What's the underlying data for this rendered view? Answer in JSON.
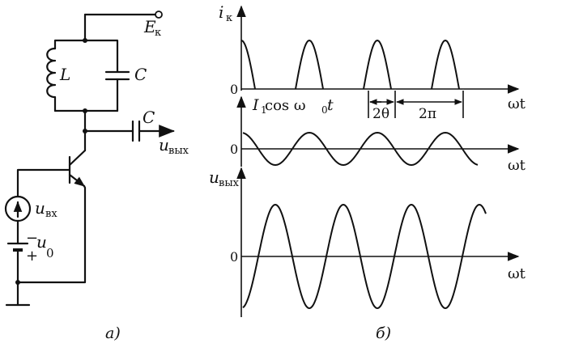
{
  "circuit": {
    "supply_label": "E",
    "supply_sub": "к",
    "inductor_label": "L",
    "capacitor_label": "C",
    "coupling_cap_label": "C",
    "output_label": "u",
    "output_sub": "вых",
    "input_label": "u",
    "input_sub": "вх",
    "bias_label": "u",
    "bias_sub": "0",
    "bias_minus": "−",
    "bias_plus": "+",
    "caption": "а)"
  },
  "plots": {
    "caption": "б)",
    "collector": {
      "ylabel": "i",
      "ylabel_sub": "к",
      "zero": "0",
      "xlabel": "ωt",
      "theta_label": "2θ",
      "period_label": "2π"
    },
    "harmonic": {
      "ylabel_main": "I",
      "ylabel_sub": "1",
      "ylabel_rest": " cos ω",
      "ylabel_sub2": "0",
      "ylabel_t": "t",
      "zero": "0",
      "xlabel": "ωt"
    },
    "output": {
      "ylabel": "u",
      "ylabel_sub": "вых",
      "zero": "0",
      "xlabel": "ωt"
    }
  }
}
